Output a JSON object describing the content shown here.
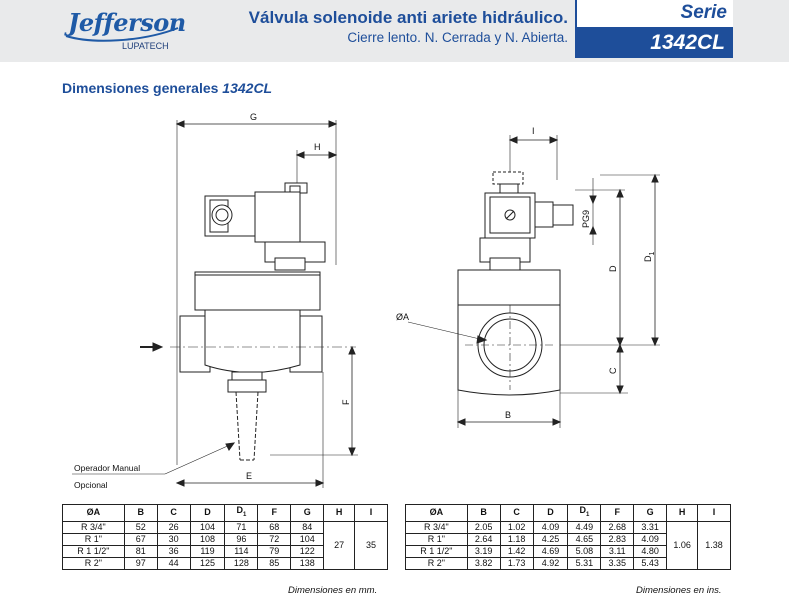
{
  "header": {
    "logo_text": "Jefferson",
    "logo_sub": "LUPATECH",
    "title": "Válvula solenoide anti ariete hidráulico.",
    "subtitle": "Cierre lento. N. Cerrada y N. Abierta.",
    "serie_label": "Serie",
    "model": "1342CL",
    "brand_color": "#1e4e9a"
  },
  "section": {
    "title": "Dimensiones generales",
    "model": "1342CL"
  },
  "drawing": {
    "labels": {
      "G": "G",
      "H": "H",
      "F": "F",
      "E": "E",
      "I": "I",
      "PG9": "PG9",
      "D": "D",
      "D1": "D",
      "D1_sub": "1",
      "C": "C",
      "B": "B",
      "OA": "ØA",
      "operator1": "Operador Manual",
      "operator2": "Opcional"
    }
  },
  "table_mm": {
    "headers": [
      "ØA",
      "B",
      "C",
      "D",
      "D",
      "F",
      "G",
      "H",
      "I"
    ],
    "rows": [
      [
        "R 3/4\"",
        "52",
        "26",
        "104",
        "71",
        "68",
        "84"
      ],
      [
        "R 1\"",
        "67",
        "30",
        "108",
        "96",
        "72",
        "104"
      ],
      [
        "R 1 1/2\"",
        "81",
        "36",
        "119",
        "114",
        "79",
        "122"
      ],
      [
        "R 2\"",
        "97",
        "44",
        "125",
        "128",
        "85",
        "138"
      ]
    ],
    "H": "27",
    "I": "35",
    "units": "Dimensiones en mm."
  },
  "table_in": {
    "headers": [
      "ØA",
      "B",
      "C",
      "D",
      "D",
      "F",
      "G",
      "H",
      "I"
    ],
    "rows": [
      [
        "R 3/4\"",
        "2.05",
        "1.02",
        "4.09",
        "4.49",
        "2.68",
        "3.31"
      ],
      [
        "R 1\"",
        "2.64",
        "1.18",
        "4.25",
        "4.65",
        "2.83",
        "4.09"
      ],
      [
        "R 1 1/2\"",
        "3.19",
        "1.42",
        "4.69",
        "5.08",
        "3.11",
        "4.80"
      ],
      [
        "R 2\"",
        "3.82",
        "1.73",
        "4.92",
        "5.31",
        "3.35",
        "5.43"
      ]
    ],
    "H": "1.06",
    "I": "1.38",
    "units": "Dimensiones en ins."
  },
  "subscript_1": "1"
}
